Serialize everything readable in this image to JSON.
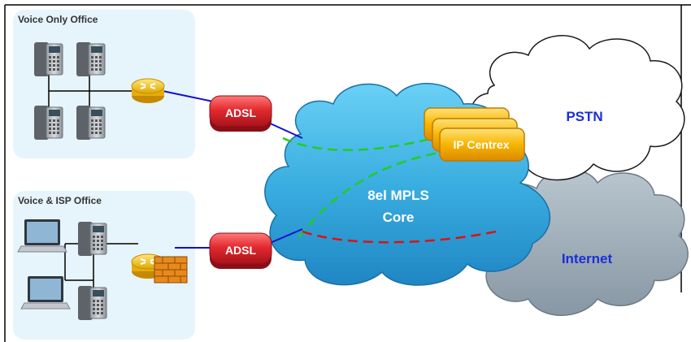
{
  "offices": {
    "voice_only": {
      "title": "Voice Only Office"
    },
    "voice_isp": {
      "title": "Voice & ISP Office"
    }
  },
  "links": {
    "adsl_top": "ADSL",
    "adsl_bottom": "ADSL"
  },
  "clouds": {
    "core": {
      "line1": "8el MPLS",
      "line2": "Core"
    },
    "pstn": "PSTN",
    "internet": "Internet"
  },
  "ip_centrex": "IP Centrex",
  "colors": {
    "core_cloud": "#3aaee0",
    "pstn_label": "#1a2fd6",
    "internet_label": "#1a2fd6",
    "internet_cloud": "#9aa9b4",
    "adsl_pill": "#d8202a",
    "ip_centrex_box": "#f5a800",
    "voice_path": "#22cc22",
    "internet_path": "#dd1111",
    "access_link": "#1010cc"
  }
}
